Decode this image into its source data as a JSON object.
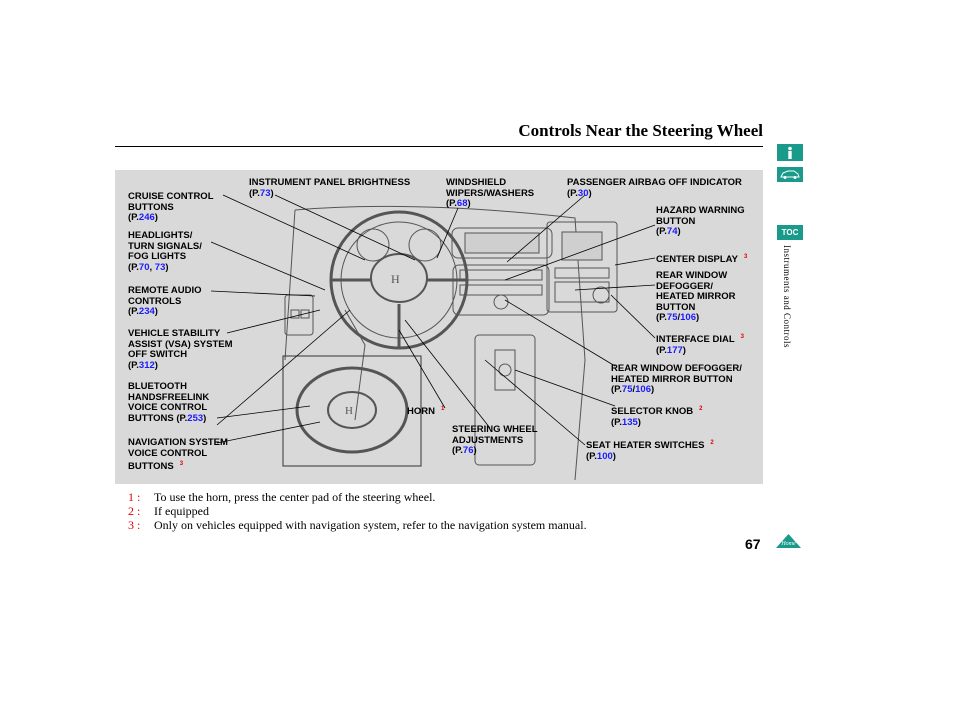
{
  "page": {
    "title": "Controls Near the Steering Wheel",
    "section": "Instruments and Controls",
    "number": "67"
  },
  "nav": {
    "toc_label": "TOC",
    "home_label": "Home"
  },
  "labels": {
    "cruise": {
      "lines": [
        "CRUISE CONTROL",
        "BUTTONS"
      ],
      "ref": [
        "246"
      ]
    },
    "headlights": {
      "lines": [
        "HEADLIGHTS/",
        "TURN SIGNALS/",
        "FOG LIGHTS"
      ],
      "ref": [
        "70",
        "73"
      ]
    },
    "audio": {
      "lines": [
        "REMOTE AUDIO",
        "CONTROLS"
      ],
      "ref": [
        "234"
      ]
    },
    "vsa": {
      "lines": [
        "VEHICLE STABILITY",
        "ASSIST (VSA) SYSTEM",
        "OFF SWITCH"
      ],
      "ref": [
        "312"
      ]
    },
    "bluetooth": {
      "lines": [
        "BLUETOOTH",
        "HANDSFREELINK",
        "VOICE CONTROL",
        "BUTTONS (P."
      ],
      "ref": [
        "253"
      ]
    },
    "navvoice": {
      "lines": [
        "NAVIGATION SYSTEM",
        "VOICE CONTROL",
        "BUTTONS"
      ],
      "sup": "3"
    },
    "brightness": {
      "lines": [
        "INSTRUMENT PANEL BRIGHTNESS"
      ],
      "ref": [
        "73"
      ]
    },
    "wipers": {
      "lines": [
        "WINDSHIELD",
        "WIPERS/WASHERS"
      ],
      "ref": [
        "68"
      ]
    },
    "airbag": {
      "lines": [
        "PASSENGER AIRBAG OFF INDICATOR"
      ],
      "ref": [
        "30"
      ]
    },
    "hazard": {
      "lines": [
        "HAZARD WARNING",
        "BUTTON"
      ],
      "ref": [
        "74"
      ]
    },
    "center": {
      "lines": [
        "CENTER DISPLAY"
      ],
      "sup": "3"
    },
    "rearwin": {
      "lines": [
        "REAR WINDOW",
        "DEFOGGER/",
        "HEATED MIRROR",
        "BUTTON"
      ],
      "ref": [
        "75",
        "106"
      ]
    },
    "dial": {
      "lines": [
        "INTERFACE DIAL"
      ],
      "sup": "3",
      "ref": [
        "177"
      ]
    },
    "rearwin2": {
      "lines": [
        "REAR WINDOW DEFOGGER/",
        "HEATED MIRROR BUTTON"
      ],
      "ref": [
        "75",
        "106"
      ]
    },
    "selector": {
      "lines": [
        "SELECTOR KNOB"
      ],
      "sup": "2",
      "ref": [
        "135"
      ]
    },
    "horn": {
      "lines": [
        "HORN"
      ],
      "sup": "1"
    },
    "steering": {
      "lines": [
        "STEERING WHEEL",
        "ADJUSTMENTS"
      ],
      "ref": [
        "76"
      ]
    },
    "seatheat": {
      "lines": [
        "SEAT HEATER SWITCHES"
      ],
      "sup": "2",
      "ref": [
        "100"
      ]
    }
  },
  "ref_prefix": "(P.",
  "ref_suffix": ")",
  "footnotes": [
    {
      "key": "1 :",
      "text": "To use the horn, press the center pad of the steering wheel."
    },
    {
      "key": "2 :",
      "text": "If equipped"
    },
    {
      "key": "3 :",
      "text": "Only on vehicles equipped with navigation system, refer to the navigation system manual."
    }
  ],
  "colors": {
    "panel": "#d9d9d9",
    "accent": "#1a9a8a",
    "link": "#1a1aff",
    "footnote_key": "#e00000"
  }
}
